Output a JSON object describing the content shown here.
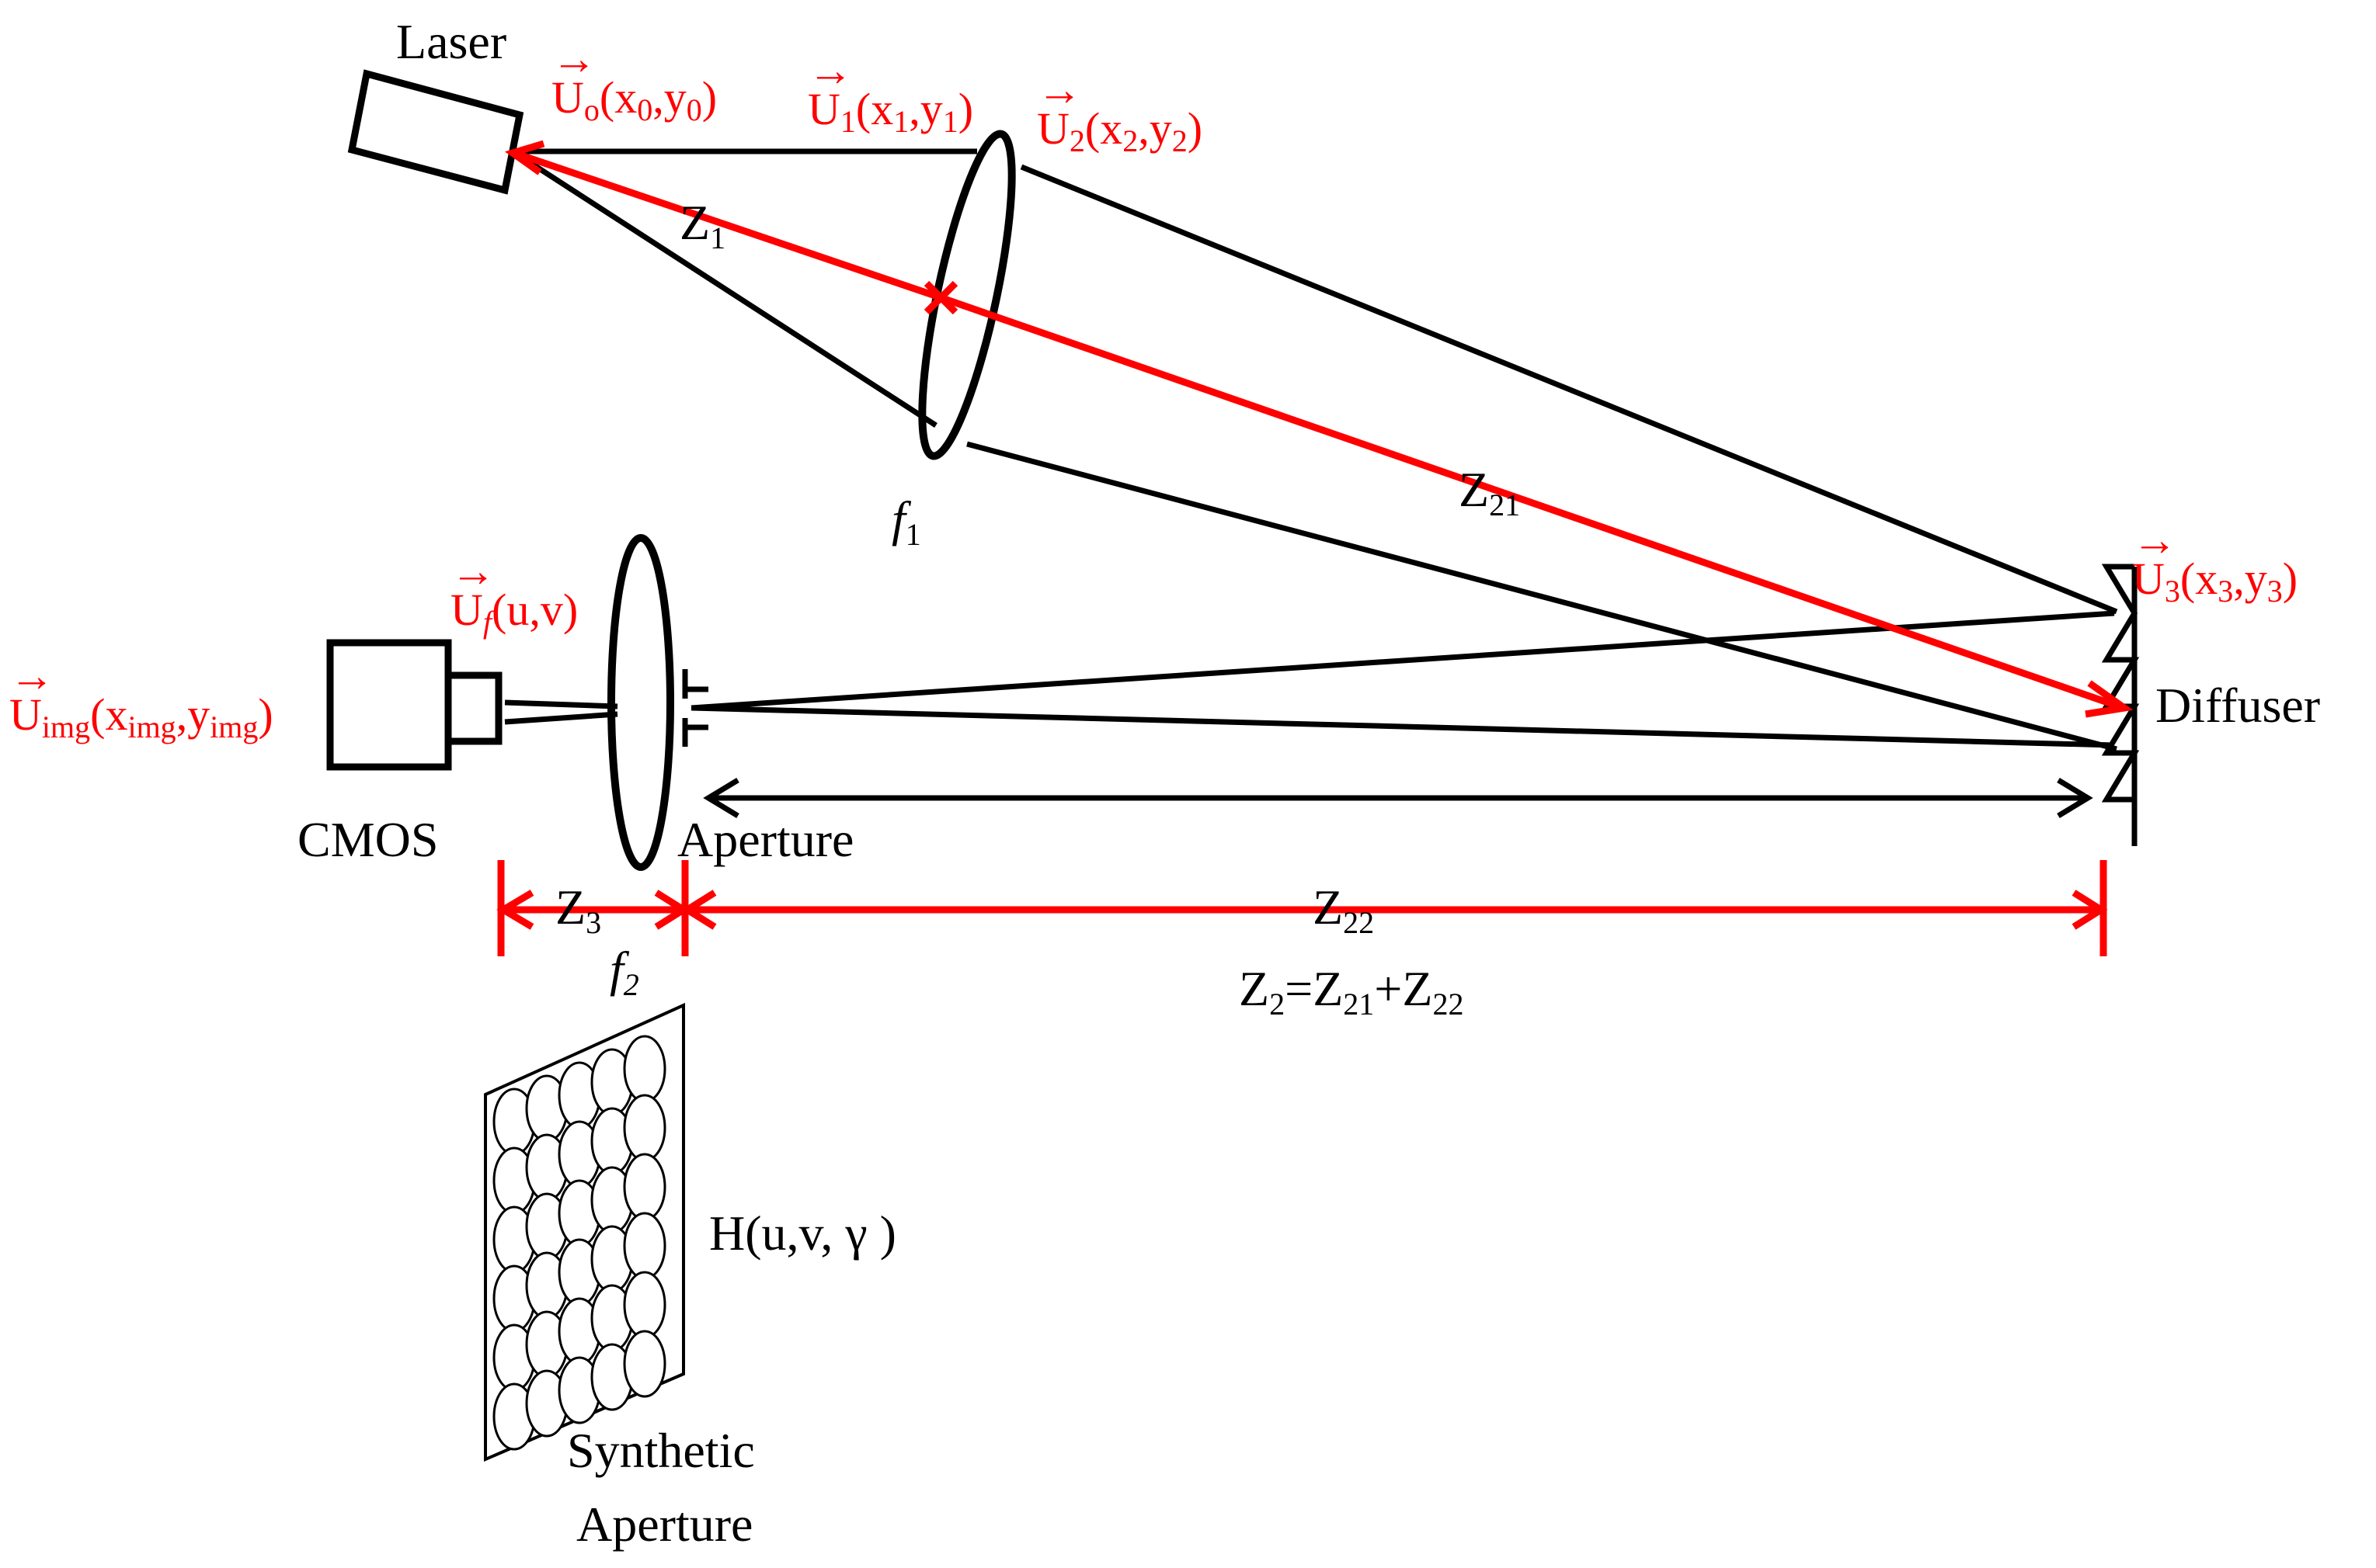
{
  "labels": {
    "laser": "Laser",
    "cmos": "CMOS",
    "aperture": "Aperture",
    "diffuser": "Diffuser",
    "synthetic_line1": "Synthetic",
    "synthetic_line2": "Aperture",
    "z1": "Z",
    "z1_sub": "1",
    "z21": "Z",
    "z21_sub": "21",
    "z3": "Z",
    "z3_sub": "3",
    "z22": "Z",
    "z22_sub": "22",
    "f1": "f",
    "f1_sub": "1",
    "f2": "f",
    "f2_sub": "2",
    "h_func": "H(u,v, γ )",
    "z2_eq": {
      "z": "Z",
      "s2": "2",
      "eq": "=Z",
      "s21": "21",
      "plus": "+Z",
      "s22": "22"
    }
  },
  "fields": {
    "u0": {
      "arrow": "→",
      "u": "U",
      "s": "o",
      "a": "(x",
      "b": "0",
      "c": ",y",
      "d": "0",
      "e": ")"
    },
    "u1": {
      "arrow": "→",
      "u": "U",
      "s": "1",
      "a": "(x",
      "b": "1",
      "c": ",y",
      "d": "1",
      "e": ")"
    },
    "u2": {
      "arrow": "→",
      "u": "U",
      "s": "2",
      "a": "(x",
      "b": "2",
      "c": ",y",
      "d": "2",
      "e": ")"
    },
    "u3": {
      "arrow": "→",
      "u": "U",
      "s": "3",
      "a": "(x",
      "b": "3",
      "c": ",y",
      "d": "3",
      "e": ")"
    },
    "uf": {
      "arrow": "→",
      "u": "U",
      "s": "f",
      "a": "(u,v)"
    },
    "uimg": {
      "arrow": "→",
      "u": "U",
      "s": "img",
      "a": "(x",
      "b": "img",
      "c": ",y",
      "d": "img",
      "e": ")"
    }
  },
  "colors": {
    "beam": "#ff0000",
    "line": "#000000",
    "background": "#ffffff"
  }
}
